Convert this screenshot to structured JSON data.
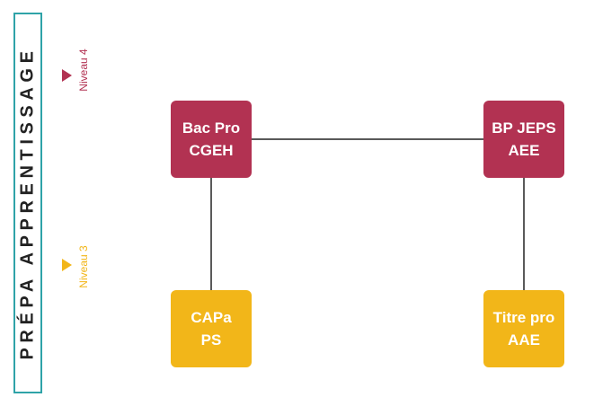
{
  "sidebar": {
    "title": "PRÉPA APPRENTISSAGE"
  },
  "levels": {
    "niveau4": {
      "label": "Niveau 4",
      "color": "#b23252"
    },
    "niveau3": {
      "label": "Niveau 3",
      "color": "#f2b619"
    }
  },
  "nodes": {
    "bac_pro": {
      "line1": "Bac Pro",
      "line2": "CGEH",
      "color": "#b23252"
    },
    "bp_jeps": {
      "line1": "BP JEPS",
      "line2": "AEE",
      "color": "#b23252"
    },
    "capa": {
      "line1": "CAPa",
      "line2": "PS",
      "color": "#f2b619"
    },
    "titre_pro": {
      "line1": "Titre pro",
      "line2": "AAE",
      "color": "#f2b619"
    }
  },
  "colors": {
    "frame": "#2fa3a8",
    "connector": "#222222"
  }
}
